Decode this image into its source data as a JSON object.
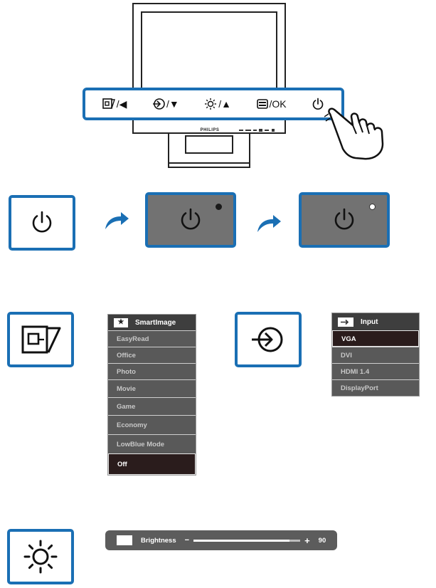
{
  "monitor": {
    "brand": "PHILIPS",
    "buttons": [
      {
        "id": "smartimage",
        "symbol": "/◀"
      },
      {
        "id": "input",
        "symbol": "/▼"
      },
      {
        "id": "brightness",
        "symbol": "/▲"
      },
      {
        "id": "menu",
        "symbol": "/OK"
      },
      {
        "id": "power",
        "symbol": ""
      }
    ]
  },
  "power_sequence": {
    "states": [
      "button",
      "led-off",
      "led-on"
    ]
  },
  "smartimage_menu": {
    "title": "SmartImage",
    "items": [
      "EasyRead",
      "Office",
      "Photo",
      "Movie",
      "Game",
      "Economy",
      "LowBlue Mode",
      "Off"
    ],
    "selected": "Off"
  },
  "input_menu": {
    "title": "Input",
    "items": [
      "VGA",
      "DVI",
      "HDMI 1.4",
      "DisplayPort"
    ],
    "selected": "VGA"
  },
  "brightness_bar": {
    "label": "Brightness",
    "minus": "−",
    "plus": "+",
    "value": "90",
    "level": 0.9
  },
  "colors": {
    "accent": "#1a6fb4",
    "osd_bg": "#595959",
    "osd_header": "#3e3e3e",
    "selected_bg": "#2a1c1c"
  }
}
